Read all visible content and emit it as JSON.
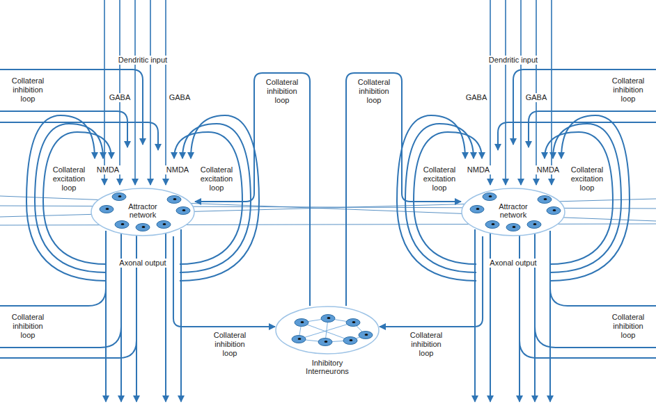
{
  "diagram": {
    "nodes": [
      {
        "text": [
          "Attractor network"
        ]
      },
      {
        "text": [
          "Attractor network"
        ]
      },
      {
        "text": [
          "Inhibitory Interneurons"
        ]
      }
    ],
    "edges": [
      {
        "from": 0,
        "to": 2,
        "arrow": "to",
        "label": "Collateral inhibition loop"
      },
      {
        "from": 2,
        "to": 0,
        "arrow": "to",
        "label": "Collateral inhibition loop"
      },
      {
        "from": 1,
        "to": 2,
        "arrow": "to",
        "label": "Collateral inhibition loop"
      },
      {
        "from": 2,
        "to": 1,
        "arrow": "to",
        "label": "Collateral inhibition loop"
      }
    ],
    "labels": [
      "Dendritic input",
      "Dendritic input",
      "Collateral inhibition loop",
      "Collateral inhibition loop",
      "GABA",
      "GABA",
      "GABA",
      "GABA",
      "Collateral excitation loop",
      "Collateral excitation loop",
      "Collateral excitation loop",
      "Collateral excitation loop",
      "NMDA",
      "NMDA",
      "NMDA",
      "NMDA",
      "Axonal output",
      "Axonal output",
      "Collateral inhibition loop",
      "Collateral inhibition loop"
    ]
  }
}
